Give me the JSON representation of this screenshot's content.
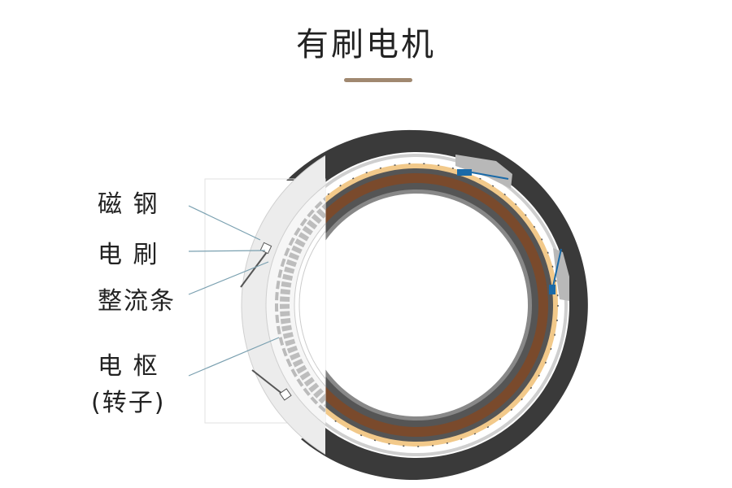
{
  "title": "有刷电机",
  "labels": {
    "magnet": "磁  钢",
    "brush": "电  刷",
    "commutator": "整流条",
    "armature": "电  枢",
    "rotor": "(转子)"
  },
  "colors": {
    "accent_bar": "#a08870",
    "housing": "#3a3a3a",
    "winding": "#7a4a2c",
    "segment": "#f2c98a",
    "brush_blue": "#1a6aa8",
    "leader": "#7aa0b0"
  }
}
